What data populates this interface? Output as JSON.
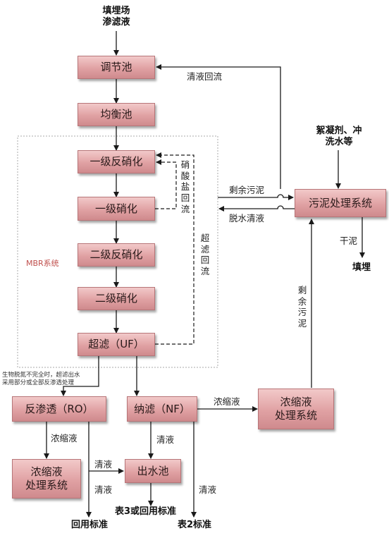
{
  "nodes": {
    "tiaojie": "调节池",
    "junheng": "均衡池",
    "yiji_fanxiaohua": "一级反硝化",
    "yiji_xiaohua": "一级硝化",
    "erji_fanxiaohua": "二级反硝化",
    "erji_xiaohua": "二级硝化",
    "chaolv": "超滤（UF）",
    "wuni": "污泥处理系统",
    "fanshentou": "反渗透（RO）",
    "nalv": "纳滤（NF）",
    "nongsuo_right": "浓缩液\n处理系统",
    "nongsuo_left": "浓缩液\n处理系统",
    "chushuichi": "出水池"
  },
  "labels": {
    "source": "填埋场\n渗滤液",
    "flocculant": "絮凝剂、冲\n洗水等",
    "qingye_huiliu": "清液回流",
    "shengyu_wuni_h": "剩余污泥",
    "tuoshui_qingye": "脱水清液",
    "xiaosuanyan_huiliu": "硝\n酸\n盐\n回\n流",
    "chaolv_huiliu": "超\n滤\n回\n流",
    "mbr": "MBR系统",
    "ganni": "干泥",
    "tianmai": "填埋",
    "shengyu_wuni_v": "剩\n余\n污\n泥",
    "ro_note": "生物脱氮不完全时，超滤出水\n采用部分或全部反渗透处理",
    "nongsuoye_nf": "浓缩液",
    "nongsuoye_ro": "浓缩液",
    "qingye_nf": "清液",
    "qingye_ro_h": "清液",
    "qingye_ro_v": "清液",
    "qingye_nf_v": "清液",
    "huiyong": "回用标准",
    "biao3": "表3或回用标准",
    "biao2": "表2标准"
  },
  "colors": {
    "box_fill": "#e0a1a3",
    "box_border": "#b77578",
    "mbr_label": "#c0504d"
  }
}
